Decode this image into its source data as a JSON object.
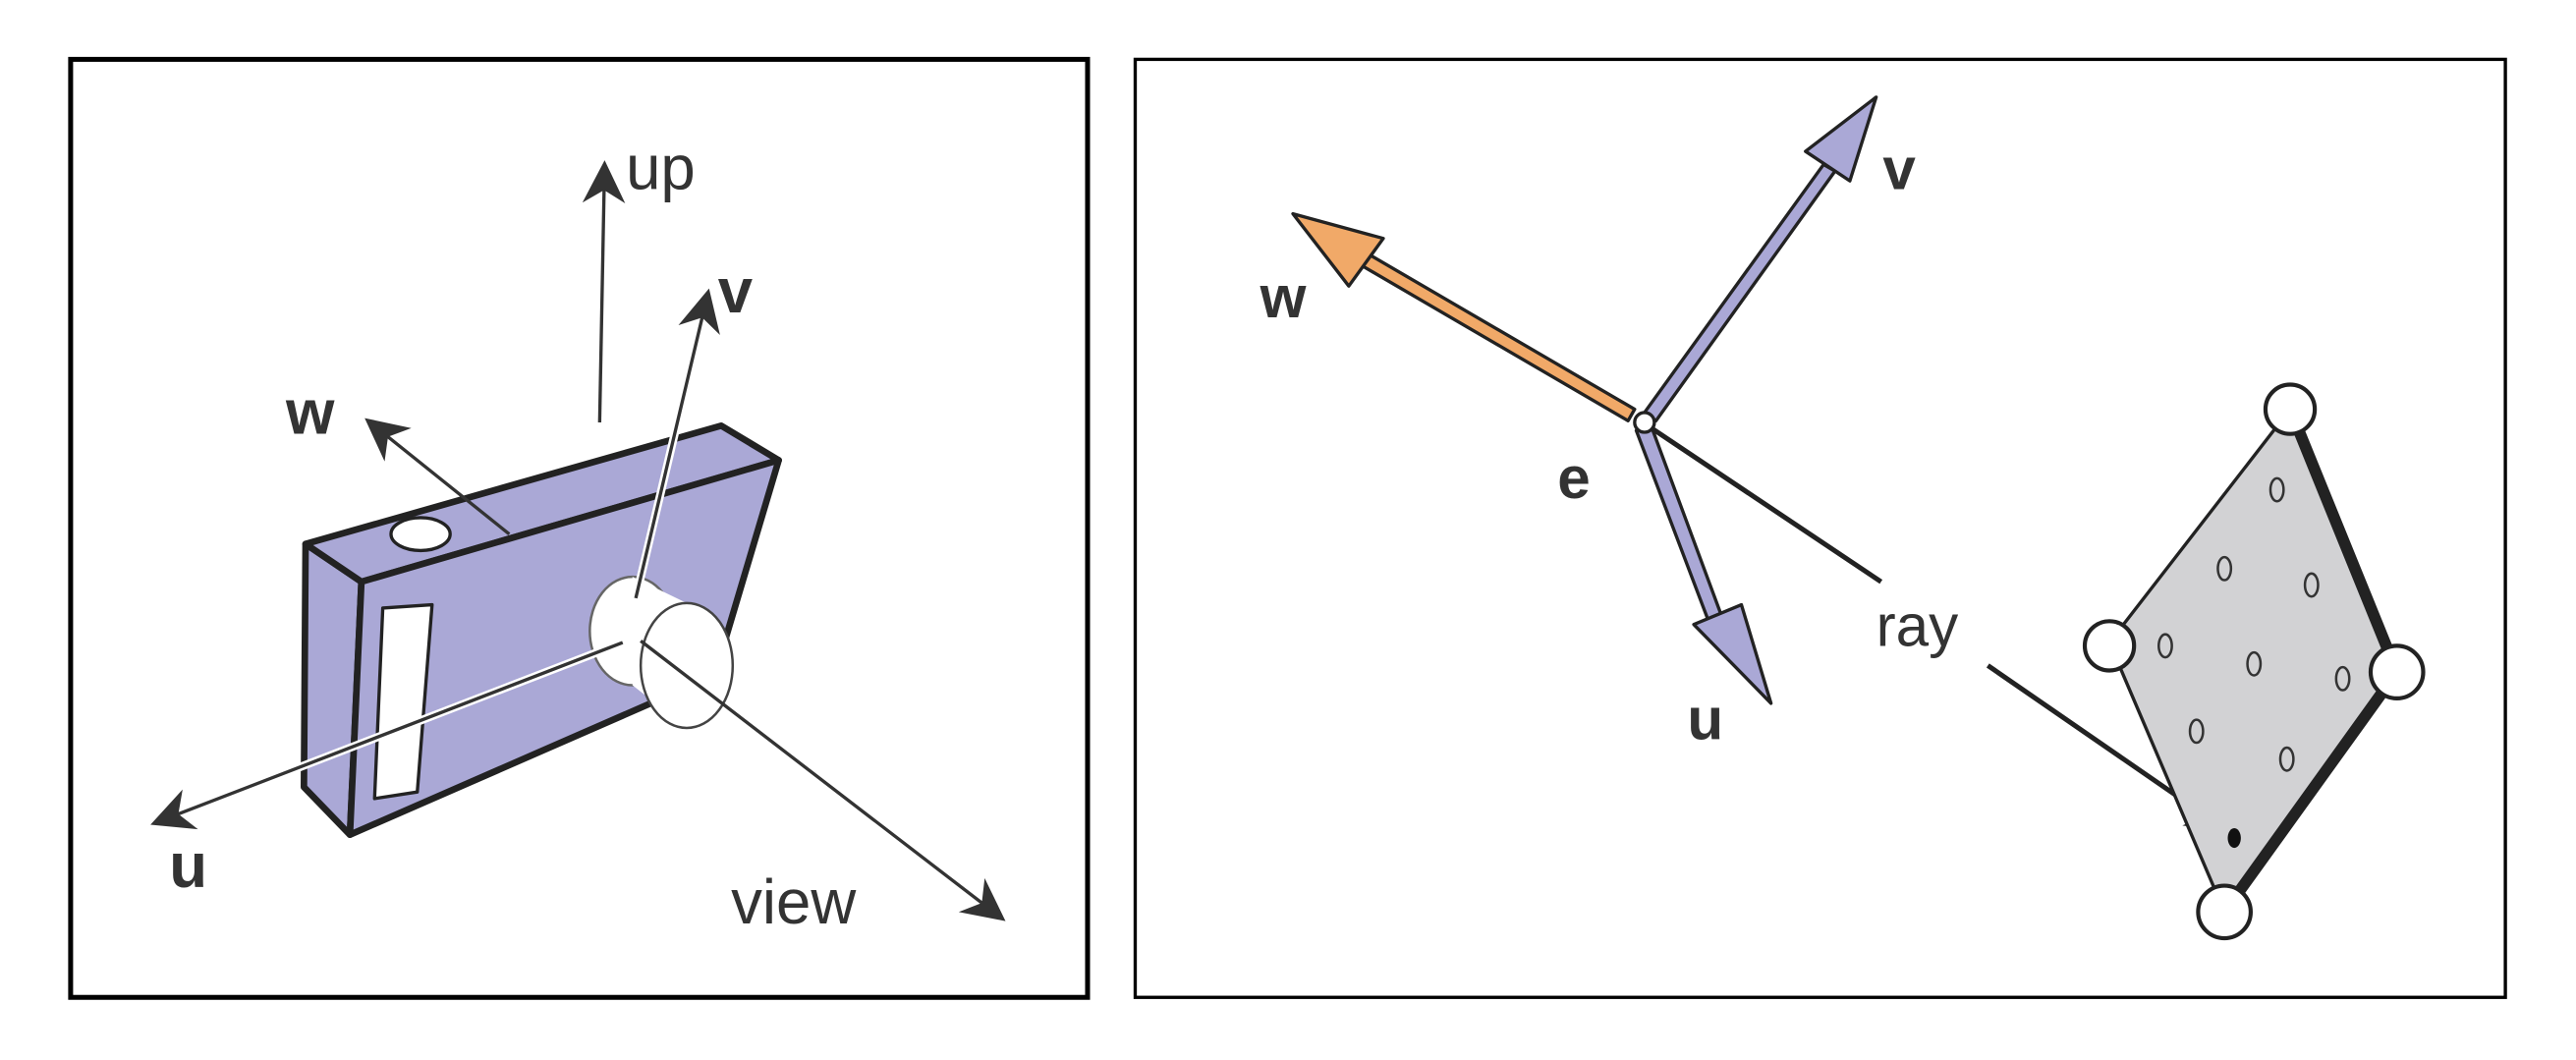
{
  "left_panel": {
    "labels": {
      "up": "up",
      "v": "v",
      "w": "w",
      "u": "u",
      "view": "view"
    }
  },
  "right_panel": {
    "labels": {
      "w": "w",
      "v": "v",
      "e": "e",
      "u": "u",
      "ray": "ray"
    }
  },
  "colors": {
    "camera_fill": "#aaa8d6",
    "w_arrow_fill": "#f1a968",
    "uv_arrow_fill": "#aaa8d6",
    "polygon_fill": "#d2d2d4",
    "ink": "#222222"
  }
}
